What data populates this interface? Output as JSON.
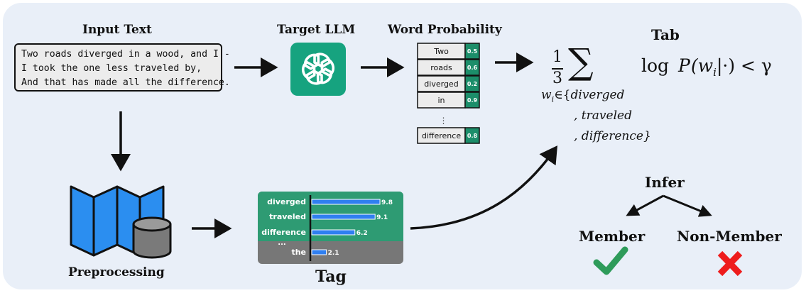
{
  "labels": {
    "input_text": "Input Text",
    "target_llm": "Target LLM",
    "word_probability": "Word Probability",
    "tab": "Tab",
    "preprocessing": "Preprocessing",
    "tag": "Tag",
    "infer": "Infer",
    "member": "Member",
    "non_member": "Non-Member"
  },
  "input_text": {
    "lines": [
      "Two roads diverged in a wood, and I -",
      "I took the one less traveled by,",
      "And that has made all the difference."
    ]
  },
  "word_probabilities": [
    {
      "word": "Two",
      "prob": "0.5"
    },
    {
      "word": "roads",
      "prob": "0.6"
    },
    {
      "word": "diverged",
      "prob": "0.2"
    },
    {
      "word": "in",
      "prob": "0.9"
    },
    {
      "word": "difference",
      "prob": "0.8"
    }
  ],
  "word_prob_ellipsis": "⋮",
  "tag_bars": {
    "items": [
      {
        "word": "diverged",
        "value": 9.8,
        "label": "9.8",
        "highlight": true
      },
      {
        "word": "traveled",
        "value": 9.1,
        "label": "9.1",
        "highlight": true
      },
      {
        "word": "difference",
        "value": 6.2,
        "label": "6.2",
        "highlight": true
      },
      {
        "word": "the",
        "value": 2.1,
        "label": "2.1",
        "highlight": false
      }
    ],
    "ellipsis": "...",
    "max": 10
  },
  "formula": {
    "fraction_num": "1",
    "fraction_den": "3",
    "sum": "∑",
    "rhs_log": "log",
    "rhs_P": "P",
    "rhs_args": "(w",
    "rhs_sub": "i",
    "rhs_tail": "|·) < γ",
    "sub_w": "w",
    "sub_i": "i",
    "sub_in": "∈{",
    "sub_lines": [
      "diverged",
      ", traveled",
      ", difference}"
    ]
  },
  "colors": {
    "background_panel": "#e9eff8",
    "llm_green": "#16a37f",
    "prob_green": "#1c8e6a",
    "tag_green": "#2e9b73",
    "tag_gray": "#777777",
    "bar_blue": "#2f7ff0",
    "map_blue": "#2b8ef0",
    "check_green": "#2e9b5a",
    "cross_red": "#ee1c1c"
  },
  "icons": [
    "openai-logo-icon",
    "folded-map-icon",
    "database-cylinder-icon",
    "checkmark-icon",
    "cross-icon"
  ]
}
